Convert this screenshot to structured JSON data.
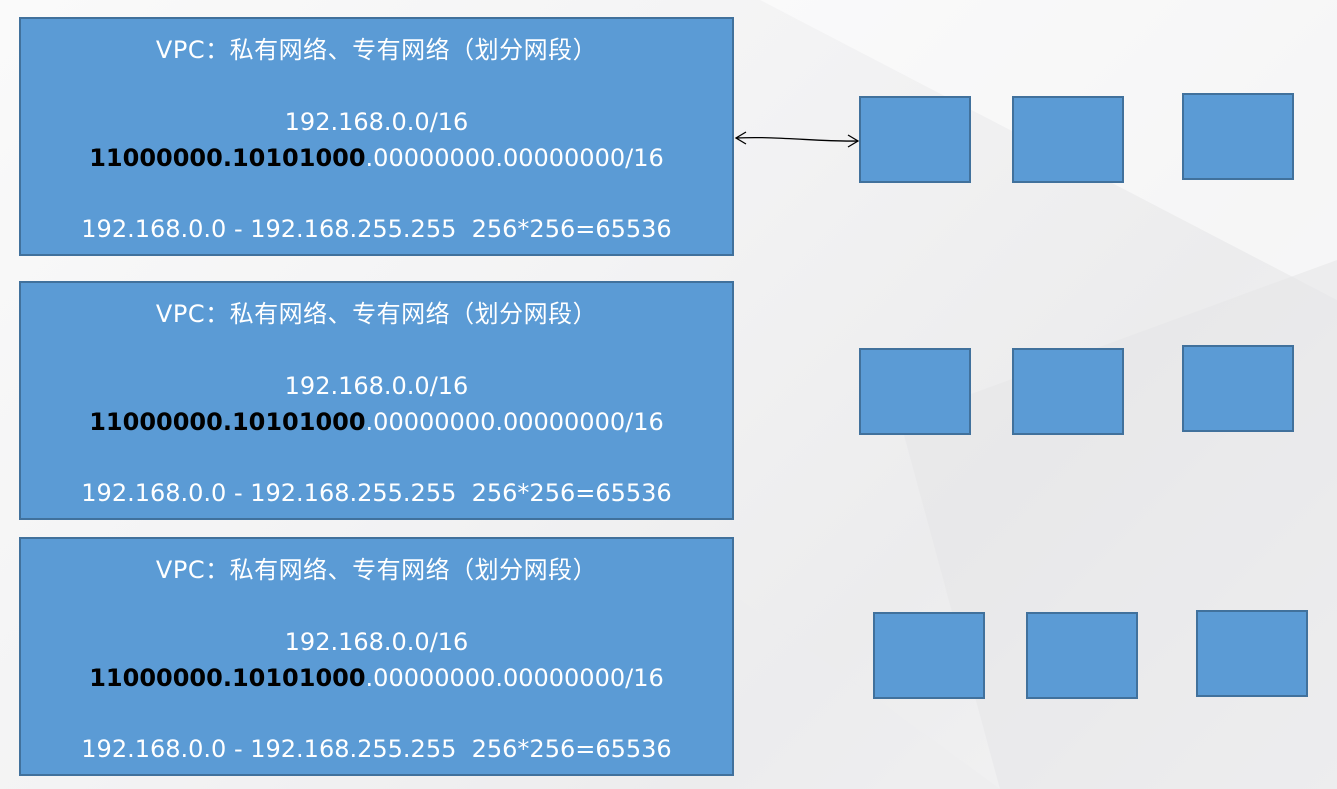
{
  "vpcs": [
    {
      "title": "VPC：私有网络、专有网络（划分网段）",
      "cidr": "192.168.0.0/16",
      "binary_network": "11000000.10101000",
      "binary_host": ".00000000.00000000/16",
      "range": "192.168.0.0 - 192.168.255.255  256*256=65536"
    },
    {
      "title": "VPC：私有网络、专有网络（划分网段）",
      "cidr": "192.168.0.0/16",
      "binary_network": "11000000.10101000",
      "binary_host": ".00000000.00000000/16",
      "range": "192.168.0.0 - 192.168.255.255  256*256=65536"
    },
    {
      "title": "VPC：私有网络、专有网络（划分网段）",
      "cidr": "192.168.0.0/16",
      "binary_network": "11000000.10101000",
      "binary_host": ".00000000.00000000/16",
      "range": "192.168.0.0 - 192.168.255.255  256*256=65536"
    }
  ],
  "colors": {
    "box_fill": "#5b9bd5",
    "box_border": "#41719c",
    "text": "#ffffff",
    "highlight_text": "#000000"
  }
}
